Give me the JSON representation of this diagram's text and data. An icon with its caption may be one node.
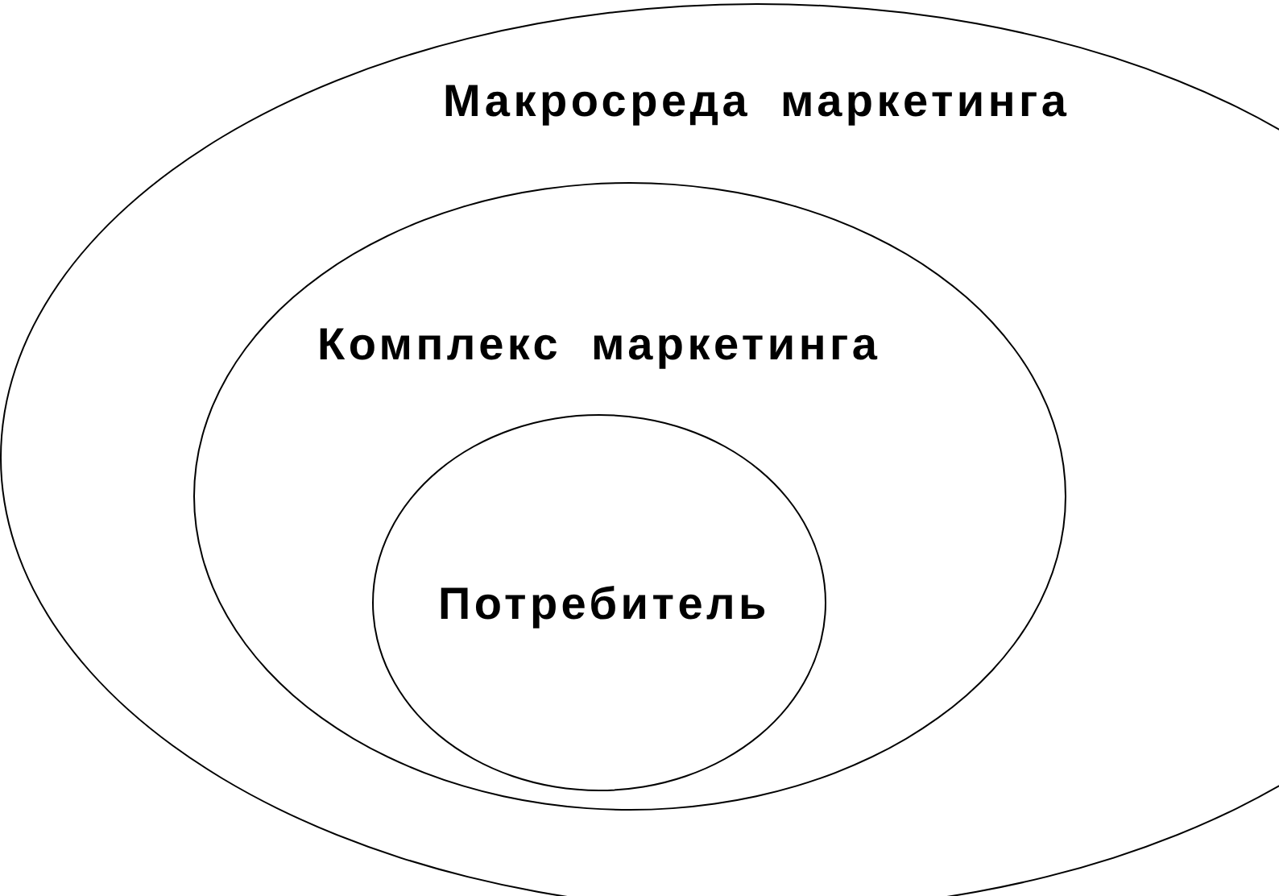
{
  "diagram": {
    "nodes": [
      {
        "text": [
          "Макросреда маркетинга"
        ]
      },
      {
        "text": [
          "Комплекс маркетинга"
        ],
        "in": 0
      },
      {
        "text": [
          "Потребитель"
        ],
        "in": 1
      }
    ]
  }
}
